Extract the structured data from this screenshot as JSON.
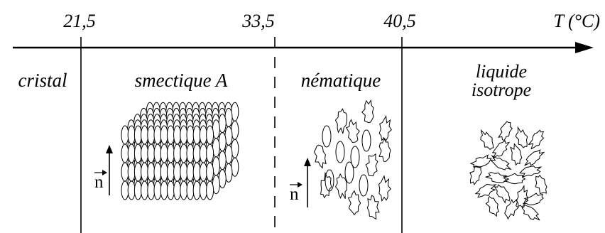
{
  "axis": {
    "ticks": [
      "21,5",
      "33,5",
      "40,5"
    ],
    "unit_label": "T (°C)"
  },
  "phases": {
    "cristal": "cristal",
    "smectique": "smectique A",
    "nematique": "nématique",
    "liquide_line1": "liquide",
    "liquide_line2": "isotrope"
  },
  "director": {
    "smectic_label": "n",
    "nematic_label": "n"
  }
}
